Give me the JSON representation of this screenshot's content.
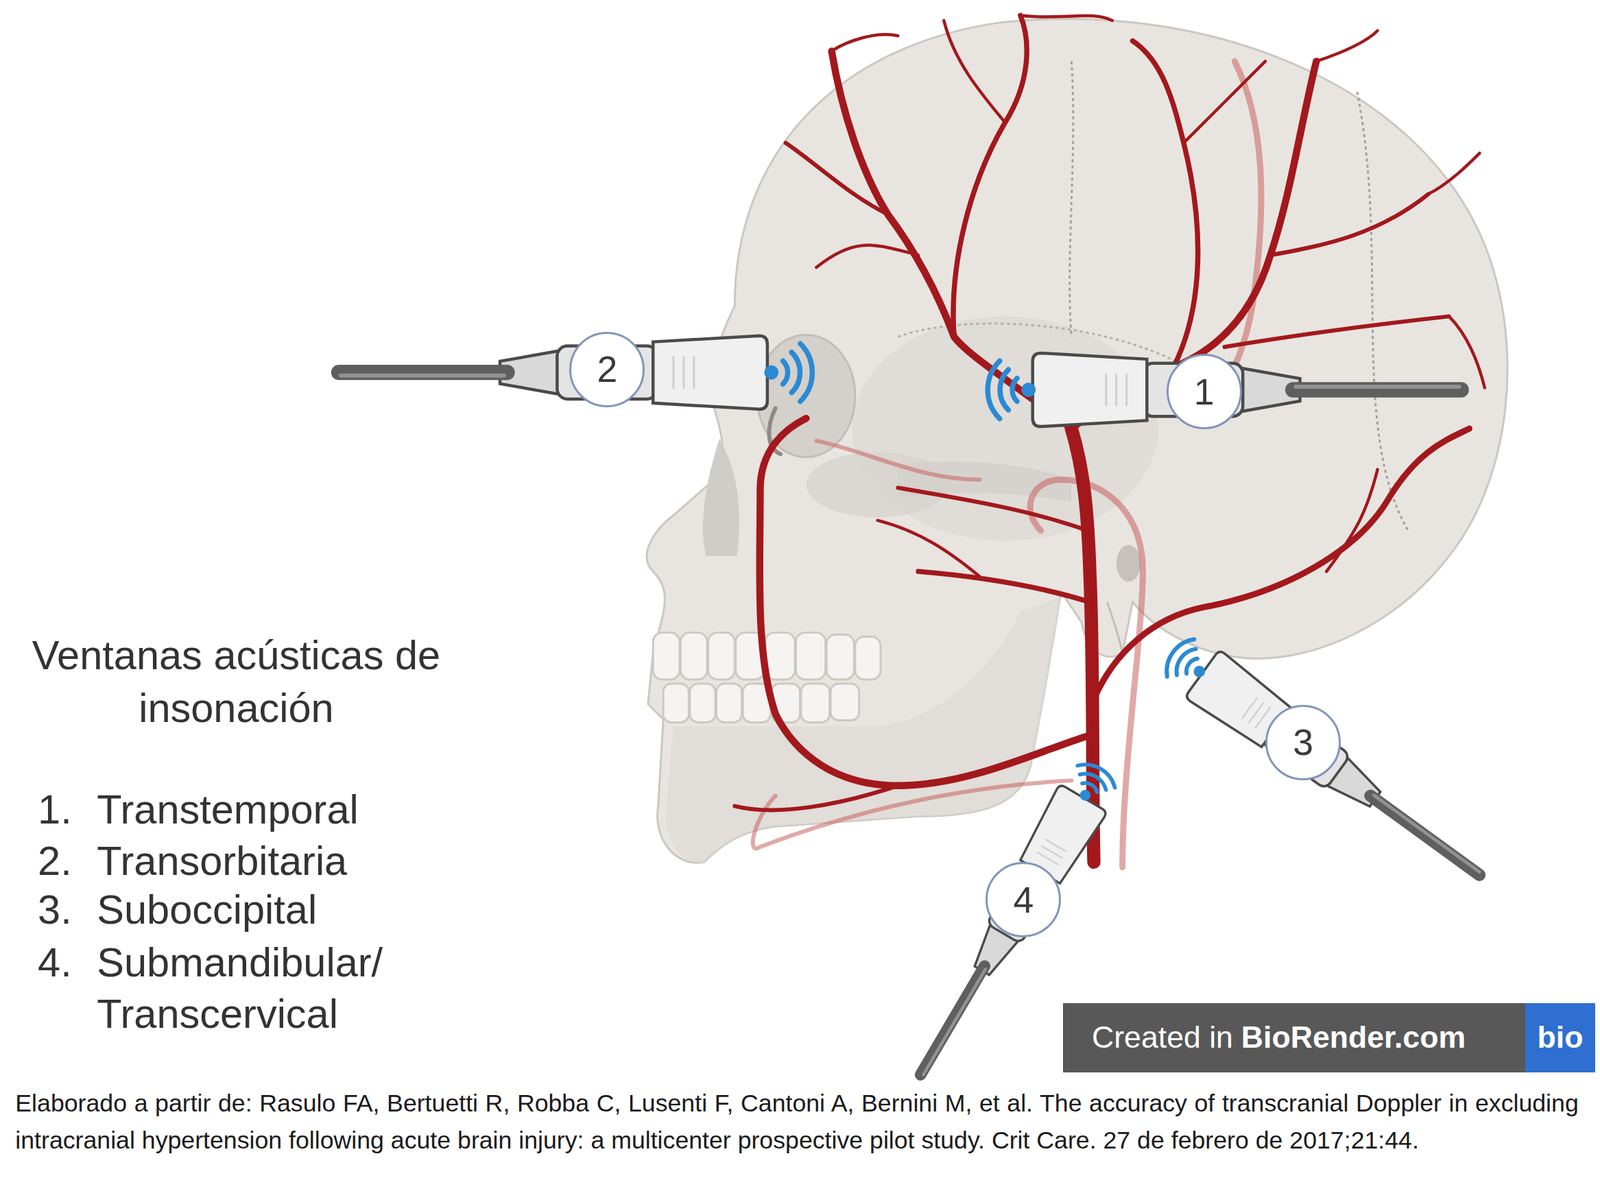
{
  "diagram": {
    "title": "Ventanas acústicas de insonación",
    "caption": "Elaborado a partir de: Rasulo FA, Bertuetti R, Robba C, Lusenti F, Cantoni A, Bernini M, et al. The accuracy of transcranial Doppler in excluding intracranial hypertension following acute brain injury: a multicenter prospective pilot study. Crit Care. 27 de febrero de 2017;21:44.",
    "nodes": [
      {
        "text": [
          "2"
        ]
      },
      {
        "text": [
          "1"
        ]
      },
      {
        "text": [
          "3"
        ]
      },
      {
        "text": [
          "4"
        ]
      },
      {
        "text": [
          "Created in",
          "BioRender.com"
        ]
      },
      {
        "text": [
          "bio"
        ],
        "in": 4
      }
    ],
    "labels": [
      "1.",
      "Transtemporal",
      "2.",
      "Transorbitaria",
      "3.",
      "Suboccipital",
      "4.",
      "Submandibular/ Transcervical"
    ]
  }
}
